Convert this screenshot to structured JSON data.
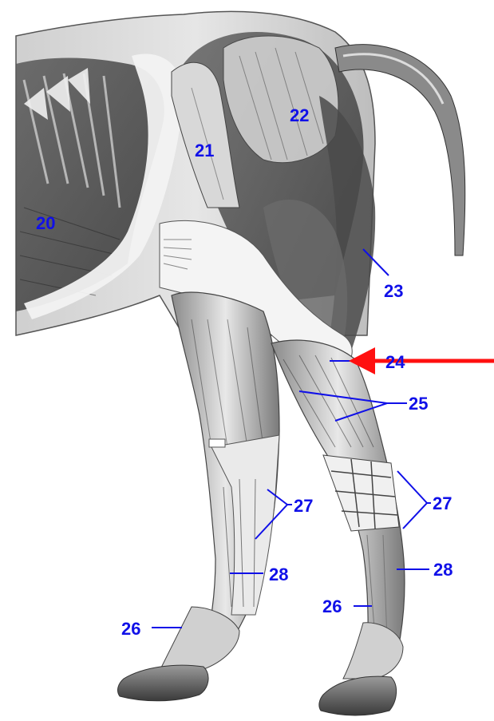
{
  "labels": {
    "l20": "20",
    "l21": "21",
    "l22": "22",
    "l23": "23",
    "l24": "24",
    "l25": "25",
    "l26a": "26",
    "l26b": "26",
    "l27a": "27",
    "l27b": "27",
    "l28a": "28",
    "l28b": "28"
  },
  "colors": {
    "label": "#1010e8",
    "arrow": "#ff1010",
    "illustration_dark": "#3a3a3a",
    "illustration_light": "#eeeeee"
  }
}
